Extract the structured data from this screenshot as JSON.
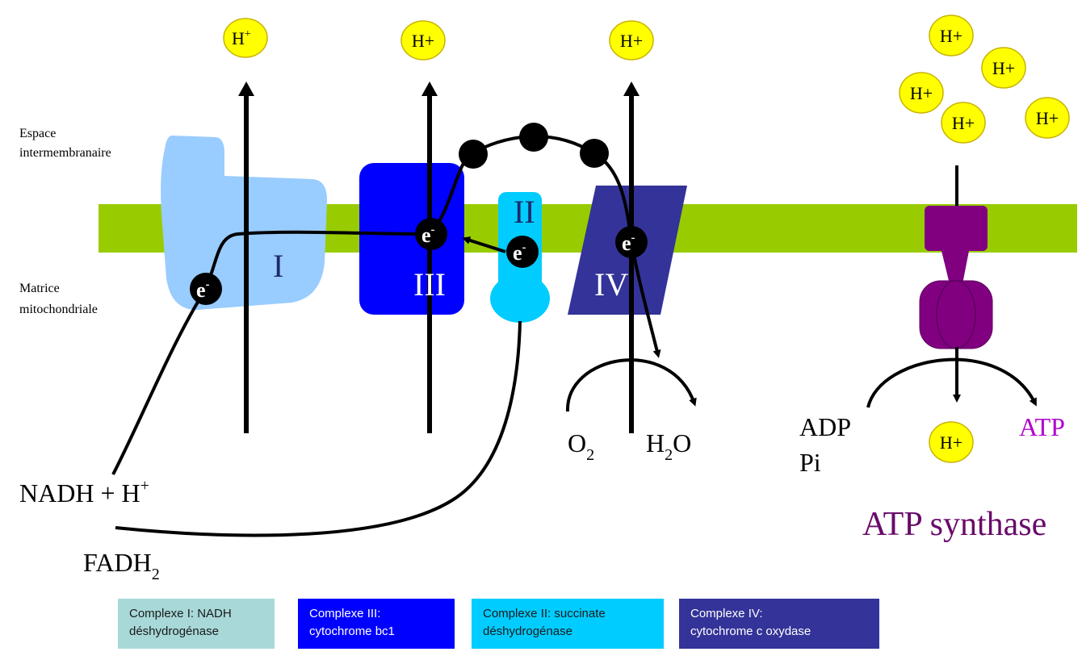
{
  "space_labels": {
    "intermembrane_line1": "Espace",
    "intermembrane_line2": "intermembranaire",
    "matrix_line1": "Matrice",
    "matrix_line2": "mitochondriale"
  },
  "complexes": {
    "c1": "I",
    "c2": "II",
    "c3": "III",
    "c4": "IV"
  },
  "electron_label": "e",
  "electron_sup": "-",
  "proton_badges": {
    "c1": "H",
    "c1_sup": "+",
    "c3": "H+",
    "c4": "H+",
    "atp_cluster": [
      "H+",
      "H+",
      "H+",
      "H+",
      "H+"
    ],
    "atp_bottom": "H+"
  },
  "substrates": {
    "nadh_main": "NADH + H",
    "nadh_sup": "+",
    "fadh_main": "FADH",
    "fadh_sub": "2",
    "o2_main": "O",
    "o2_sub": "2",
    "h2o_h": "H",
    "h2o_sub": "2",
    "h2o_o": "O",
    "adp": "ADP",
    "pi": "Pi",
    "atp": "ATP",
    "atp_synthase": "ATP synthase"
  },
  "legend": [
    {
      "line1": "Complexe I: NADH",
      "line2": "déshydrogénase"
    },
    {
      "line1": "Complexe III:",
      "line2": "cytochrome bc1"
    },
    {
      "line1": "Complexe II: succinate",
      "line2": "déshydrogénase"
    },
    {
      "line1": "Complexe  IV:",
      "line2": "cytochrome c oxydase"
    }
  ],
  "colors": {
    "membrane": "#99cc00",
    "complex1": "#99ccff",
    "complex2": "#00ccff",
    "complex3": "#0000ff",
    "complex4": "#333399",
    "atp_synthase": "#800080",
    "proton_fill": "#ffff00",
    "legend1": "#a8d8d8"
  }
}
